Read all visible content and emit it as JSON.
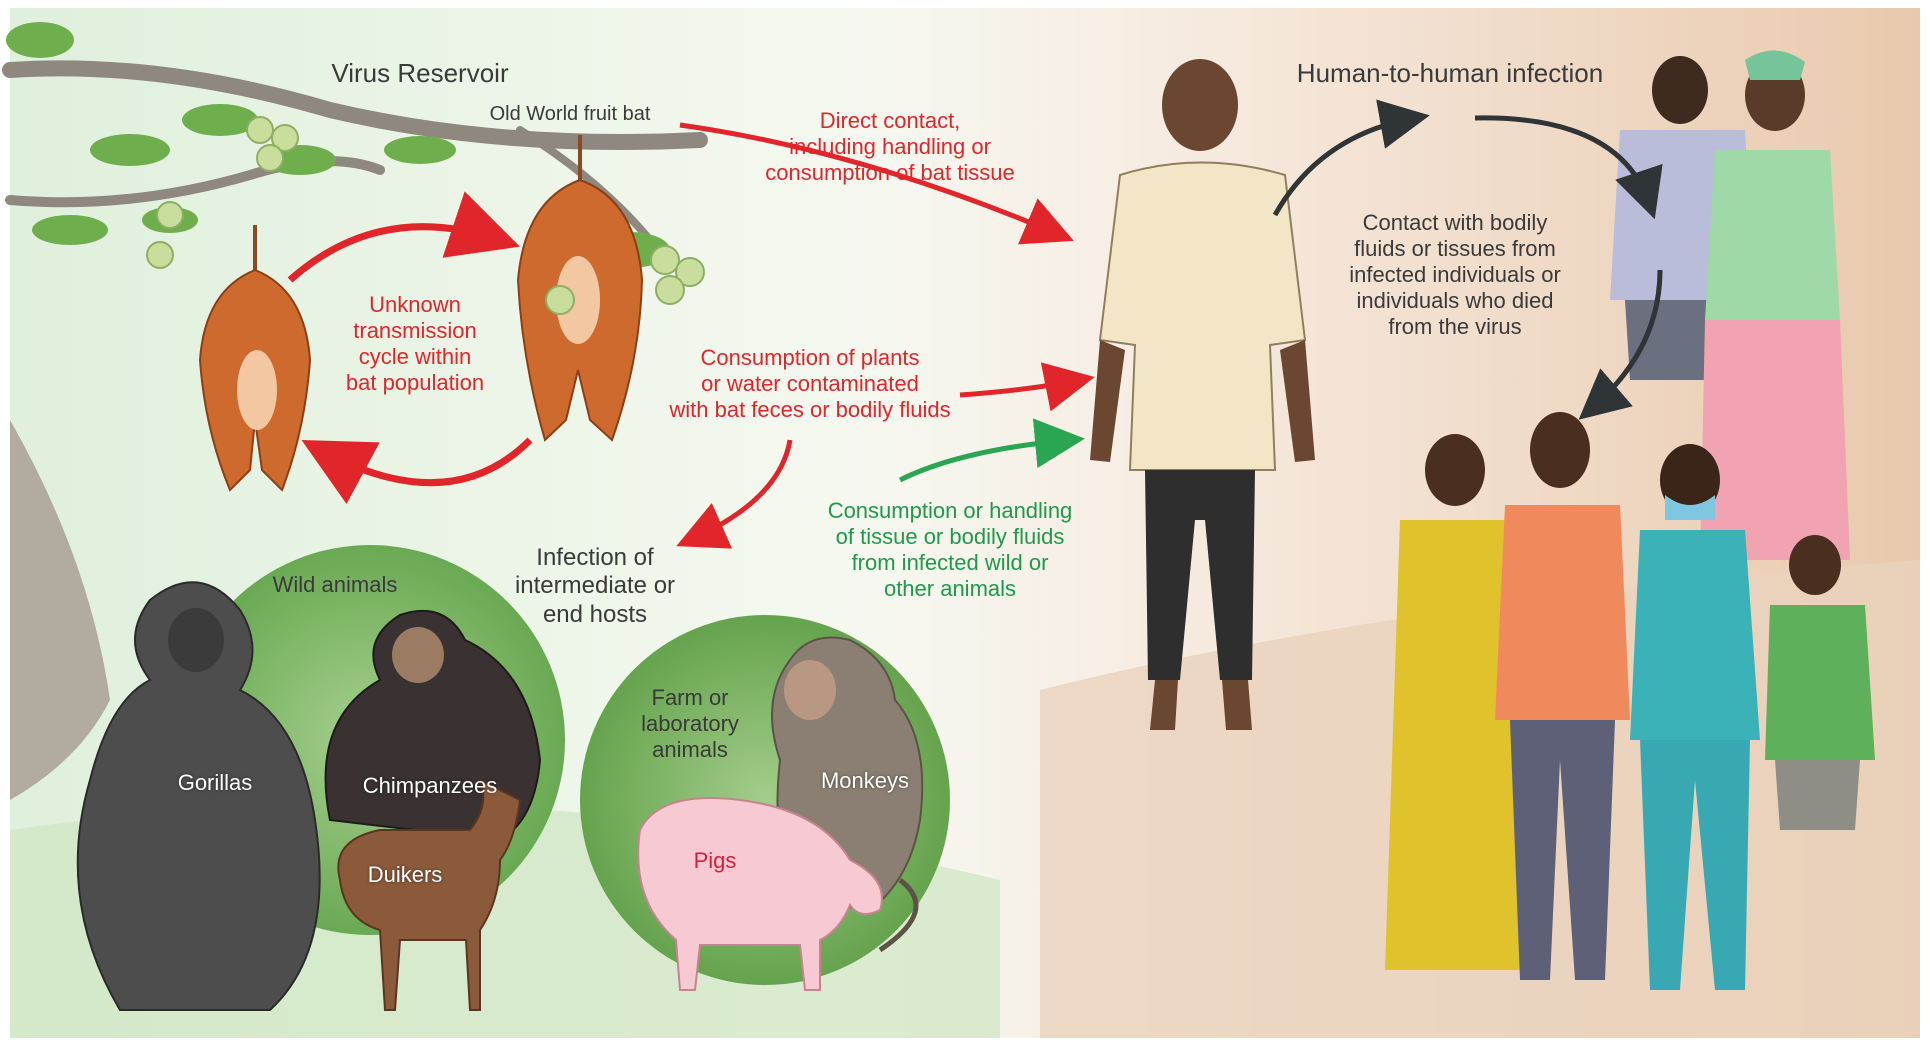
{
  "titles": {
    "virus_reservoir": "Virus Reservoir",
    "human_to_human": "Human-to-human infection"
  },
  "labels": {
    "fruit_bat": "Old World fruit bat",
    "unknown_cycle": "Unknown\ntransmission\ncycle within\nbat population",
    "direct_contact": "Direct contact,\nincluding handling or\nconsumption of bat tissue",
    "consumption_plants": "Consumption of plants\nor water contaminated\nwith bat feces or bodily fluids",
    "intermediate_hosts": "Infection of\nintermediate or\nend hosts",
    "consumption_handling": "Consumption or handling\nof tissue or bodily fluids\nfrom infected wild or\nother animals",
    "contact_bodily": "Contact with bodily\nfluids or tissues from\ninfected individuals or\nindividuals who died\nfrom the virus",
    "wild_animals": "Wild animals",
    "farm_animals": "Farm or\nlaboratory\nanimals"
  },
  "animals": {
    "gorillas": "Gorillas",
    "chimpanzees": "Chimpanzees",
    "duikers": "Duikers",
    "monkeys": "Monkeys",
    "pigs": "Pigs"
  },
  "colors": {
    "red_arrow": "#e0262a",
    "green_arrow": "#2aa653",
    "dark_arrow": "#2f3437",
    "bat": "#cf6a2e",
    "wild_circle": "#7fb86a",
    "farm_circle": "#74b25f",
    "sky_green": "#e8f4e6",
    "ground_tan": "#e7cdb5"
  }
}
